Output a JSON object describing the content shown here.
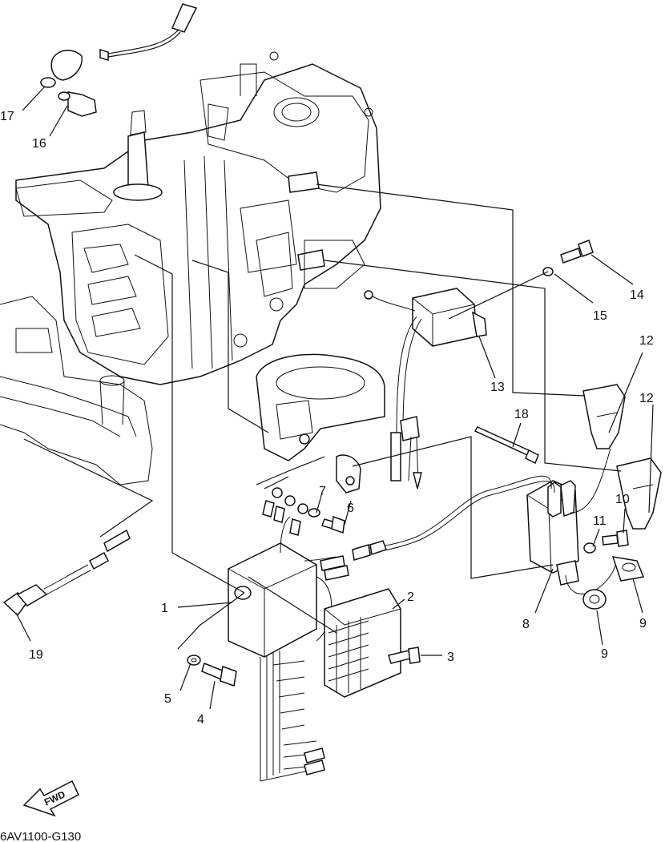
{
  "diagram": {
    "part_code": "6AV1100-G130",
    "fwd_label": "FWD",
    "callouts": {
      "c1": "1",
      "c2": "2",
      "c3": "3",
      "c4": "4",
      "c5": "5",
      "c6": "6",
      "c7": "7",
      "c8": "8",
      "c9a": "9",
      "c9b": "9",
      "c10": "10",
      "c11": "11",
      "c12a": "12",
      "c12b": "12",
      "c13": "13",
      "c14": "14",
      "c15": "15",
      "c16": "16",
      "c17": "17",
      "c18": "18",
      "c19": "19"
    }
  }
}
